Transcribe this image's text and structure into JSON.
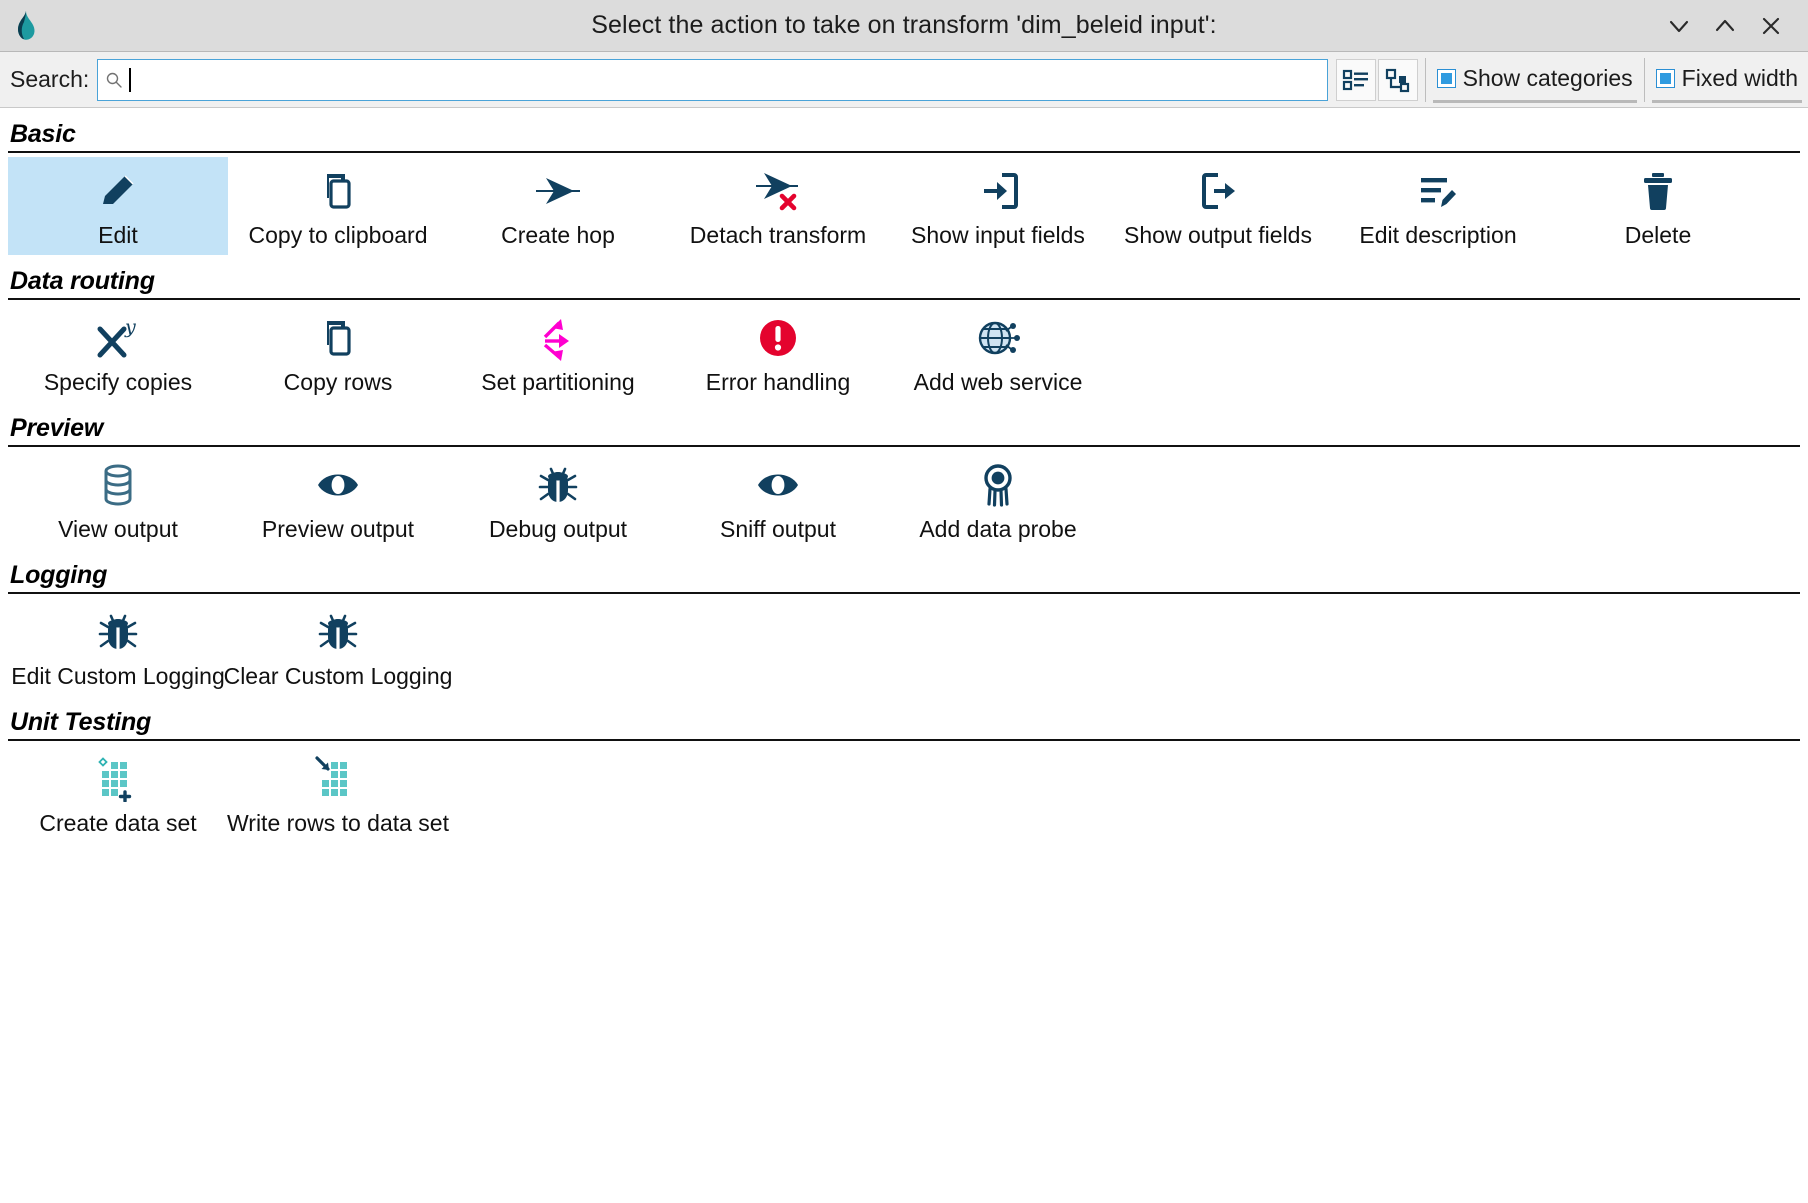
{
  "window": {
    "title": "Select the action to take on transform 'dim_beleid input':",
    "logo_icon": "hop-app-logo-icon",
    "controls": [
      {
        "name": "minimize-button",
        "icon": "chevron-down-icon"
      },
      {
        "name": "maximize-button",
        "icon": "chevron-up-icon"
      },
      {
        "name": "close-button",
        "icon": "close-x-icon"
      }
    ]
  },
  "toolbar": {
    "search_label": "Search:",
    "search_value": "",
    "search_placeholder": "",
    "search_icon": "magnifier-icon",
    "view_buttons": [
      {
        "name": "list-view-button",
        "icon": "list-view-icon"
      },
      {
        "name": "tree-view-button",
        "icon": "tree-view-icon"
      }
    ],
    "checkboxes": [
      {
        "name": "show-categories-checkbox",
        "label": "Show categories",
        "checked": true
      },
      {
        "name": "fixed-width-checkbox",
        "label": "Fixed width",
        "checked": true
      }
    ]
  },
  "colors": {
    "icon_navy": "#11405f",
    "accent_blue": "#2f9be0",
    "selection_blue": "#c3e3f7",
    "error_red": "#e4032e",
    "magenta": "#ff00d0",
    "teal": "#5bc6c6",
    "titlebar_bg": "#dcdcdc",
    "toolbar_bg": "#f0f0f0"
  },
  "categories": [
    {
      "name": "basic",
      "title": "Basic",
      "items": [
        {
          "label": "Edit",
          "icon": "pencil-icon",
          "selected": true
        },
        {
          "label": "Copy to clipboard",
          "icon": "copy-icon",
          "selected": false
        },
        {
          "label": "Create hop",
          "icon": "arrow-hop-icon",
          "selected": false
        },
        {
          "label": "Detach transform",
          "icon": "arrow-hop-delete-icon",
          "selected": false
        },
        {
          "label": "Show input fields",
          "icon": "arrow-into-box-icon",
          "selected": false
        },
        {
          "label": "Show output fields",
          "icon": "arrow-out-of-box-icon",
          "selected": false
        },
        {
          "label": "Edit description",
          "icon": "lines-pencil-icon",
          "selected": false
        },
        {
          "label": "Delete",
          "icon": "trash-icon",
          "selected": false
        }
      ]
    },
    {
      "name": "data-routing",
      "title": "Data routing",
      "items": [
        {
          "label": "Specify copies",
          "icon": "x-power-y-icon",
          "selected": false
        },
        {
          "label": "Copy rows",
          "icon": "copy-icon",
          "selected": false
        },
        {
          "label": "Set partitioning",
          "icon": "partitioning-arrows-icon",
          "selected": false
        },
        {
          "label": "Error handling",
          "icon": "error-circle-icon",
          "selected": false
        },
        {
          "label": "Add web service",
          "icon": "globe-icon",
          "selected": false
        }
      ]
    },
    {
      "name": "preview",
      "title": "Preview",
      "items": [
        {
          "label": "View output",
          "icon": "database-icon",
          "selected": false
        },
        {
          "label": "Preview output",
          "icon": "eye-icon",
          "selected": false
        },
        {
          "label": "Debug output",
          "icon": "bug-icon",
          "selected": false
        },
        {
          "label": "Sniff output",
          "icon": "eye-icon",
          "selected": false
        },
        {
          "label": "Add data probe",
          "icon": "data-probe-icon",
          "selected": false
        }
      ]
    },
    {
      "name": "logging",
      "title": "Logging",
      "items": [
        {
          "label": "Edit Custom Logging",
          "icon": "bug-icon",
          "selected": false
        },
        {
          "label": "Clear Custom Logging",
          "icon": "bug-icon",
          "selected": false
        }
      ]
    },
    {
      "name": "unit-testing",
      "title": "Unit Testing",
      "items": [
        {
          "label": "Create data set",
          "icon": "create-data-set-icon",
          "selected": false
        },
        {
          "label": "Write rows to data set",
          "icon": "write-rows-data-set-icon",
          "selected": false
        }
      ]
    }
  ]
}
